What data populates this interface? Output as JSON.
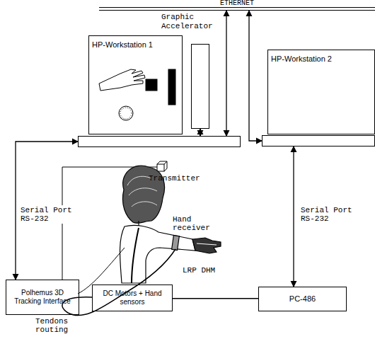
{
  "diagram": {
    "nodes": [
      {
        "text": [
          "ETHERNET"
        ]
      },
      {
        "text": [
          "HP-Workstation 1"
        ]
      },
      {
        "text": [
          "Graphic Accelerator"
        ]
      },
      {
        "text": [
          "HP-Workstation 2"
        ]
      },
      {
        "text": [
          "Polhemus 3D Tracking Interface"
        ]
      },
      {
        "text": [
          "DC Motors + Hand sensors"
        ]
      },
      {
        "text": [
          "PC-486"
        ]
      }
    ],
    "edges": [
      {
        "from": 0,
        "to": 1,
        "arrow": "both"
      },
      {
        "from": 2,
        "to": 1,
        "arrow": "both"
      },
      {
        "from": 3,
        "to": 0,
        "arrow": "both"
      },
      {
        "from": 1,
        "to": 4,
        "label": "Serial Port RS-232",
        "arrow": "both"
      },
      {
        "from": 3,
        "to": 6,
        "label": "Serial Port RS-232",
        "arrow": "both"
      },
      {
        "from": 5,
        "to": 6,
        "arrow": "none"
      }
    ],
    "labels": [
      "Transmitter",
      "Hand receiver",
      "LRP DHM",
      "Tendons routing"
    ]
  }
}
